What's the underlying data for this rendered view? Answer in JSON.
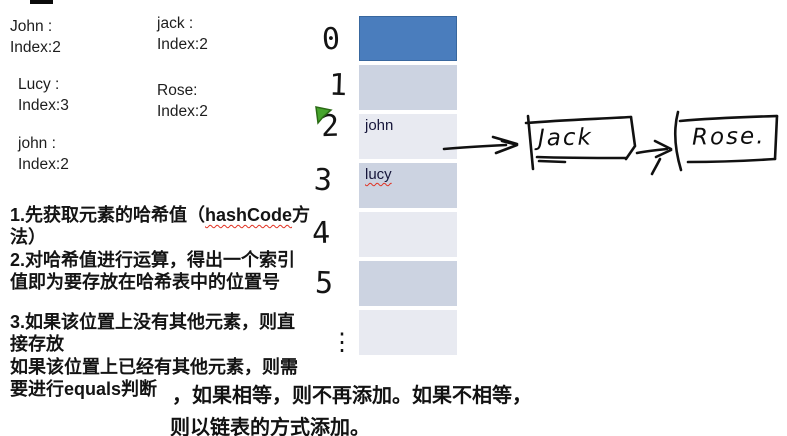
{
  "page": {
    "background": "#ffffff",
    "kind": "hashmap-teaching-slide-frame"
  },
  "entries": [
    {
      "name": "John :",
      "index": "Index:2"
    },
    {
      "name": "jack :",
      "index": "Index:2"
    },
    {
      "name": "Lucy :",
      "index": "Index:3"
    },
    {
      "name": "Rose:",
      "index": "Index:2"
    },
    {
      "name": "john :",
      "index": "Index:2"
    }
  ],
  "hash_table": {
    "indices": [
      "0",
      "1",
      "2",
      "3",
      "4",
      "5",
      "⋮"
    ],
    "cells": [
      {
        "index": 0,
        "label": "",
        "fill": "#4a7dbd"
      },
      {
        "index": 1,
        "label": "",
        "fill": "#ccd3e1"
      },
      {
        "index": 2,
        "label": "john",
        "fill": "#e8eaf1"
      },
      {
        "index": 3,
        "label": "lucy",
        "fill": "#ccd3e1",
        "spellcheck_underline": true
      },
      {
        "index": 4,
        "label": "",
        "fill": "#e8eaf1"
      },
      {
        "index": 5,
        "label": "",
        "fill": "#ccd3e1"
      },
      {
        "index": 6,
        "label": "",
        "fill": "#e8eaf1"
      }
    ],
    "highlight_fill": "#4a7dbd",
    "border_color": "#38679e"
  },
  "linked_list": {
    "nodes": [
      {
        "label": "Jack"
      },
      {
        "label": "Rose."
      }
    ]
  },
  "icons": {
    "cursor": "green-pointer-icon",
    "arrow1": "hand-drawn-right-arrow",
    "arrow2": "hand-drawn-right-arrow"
  },
  "notes": {
    "step1_prefix": "1.先获取元素的哈希值（",
    "step1_code": "hashCode",
    "step1_suffix": "方",
    "step1_line2": "法）",
    "step2_line1": "2.对哈希值进行运算，得出一个索引",
    "step2_line2": "值即为要存放在哈希表中的位置号",
    "step3_line1": "3.如果该位置上没有其他元素，则直",
    "step3_line2": "接存放",
    "step3_line3": "如果该位置上已经有其他元素，则需",
    "step3_line4": "要进行equals判断",
    "big_line1": "，如果相等，则不再添加。如果不相等，",
    "big_line2": "则以链表的方式添加。"
  },
  "colors": {
    "ink": "#111111",
    "cursor_green": "#46a42c",
    "spellcheck_red": "#e03020",
    "cell_dark_blue": "#4a7dbd",
    "cell_blue_gray": "#ccd3e1",
    "cell_light_gray": "#e8eaf1"
  }
}
